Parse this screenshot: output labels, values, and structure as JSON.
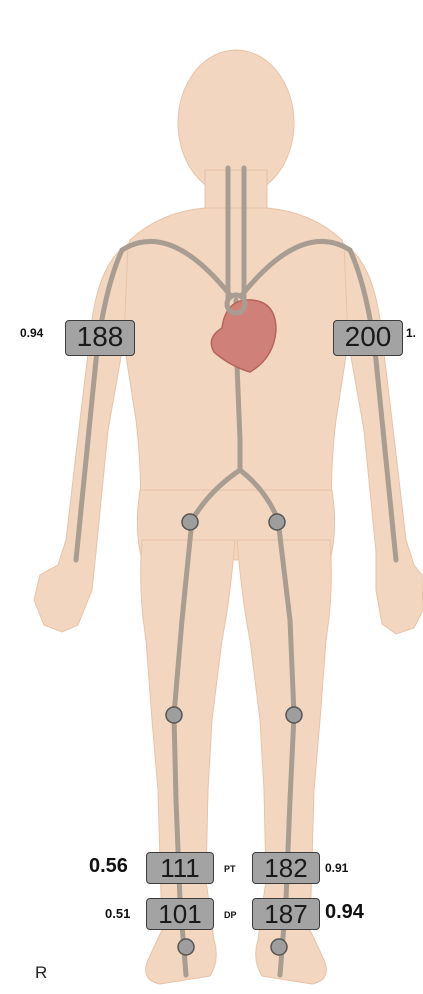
{
  "colors": {
    "skin": "#f3d6bf",
    "skin_shadow": "#e9c3a6",
    "vessel": "#a89d90",
    "heart": "#cf8078",
    "heart_dark": "#b7645d",
    "node": "#9e9e9e",
    "box": "#a3a3a3"
  },
  "pressures": {
    "right_arm": {
      "index": "0.94",
      "value": "188"
    },
    "left_arm": {
      "index": "1.",
      "value": "200"
    },
    "right_pt": {
      "index": "0.56",
      "value": "111"
    },
    "left_pt": {
      "index": "0.91",
      "value": "182"
    },
    "right_dp": {
      "index": "0.51",
      "value": "101"
    },
    "left_dp": {
      "index": "0.94",
      "value": "187"
    }
  },
  "sites": {
    "pt": "PT",
    "dp": "DP"
  },
  "side_label": "R"
}
